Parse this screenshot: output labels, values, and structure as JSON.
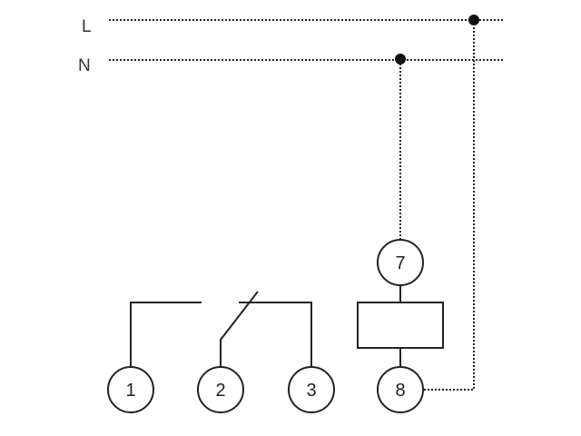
{
  "lines": {
    "live": "L",
    "neutral": "N"
  },
  "terminals": {
    "t1": "1",
    "t2": "2",
    "t3": "3",
    "t7": "7",
    "t8": "8"
  }
}
